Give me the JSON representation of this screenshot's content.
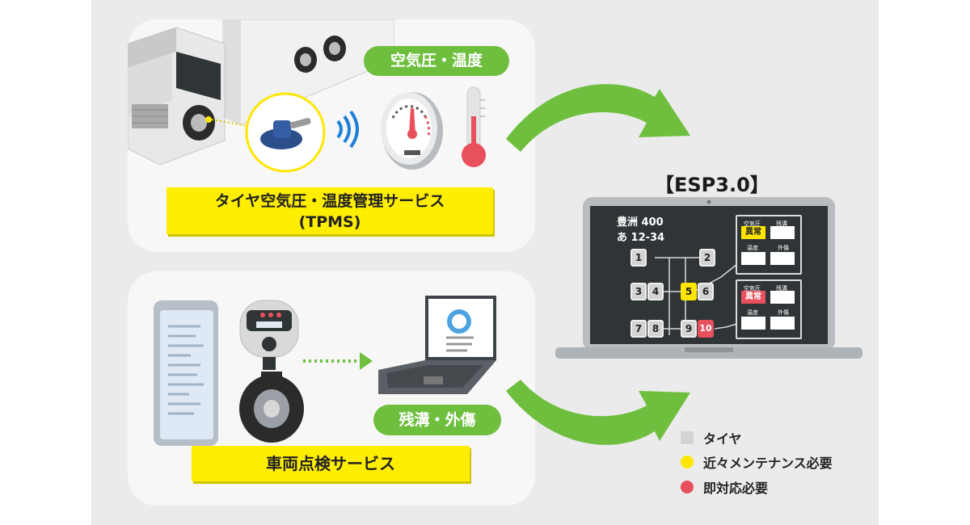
{
  "tpms": {
    "badge": "空気圧・温度",
    "label_line1": "タイヤ空気圧・温度管理サービス",
    "label_line2": "(TPMS)"
  },
  "inspection": {
    "badge": "残溝・外傷",
    "label": "車両点検サービス"
  },
  "esp": {
    "title": "【ESP3.0】",
    "plate_line1": "豊洲 400",
    "plate_line2": "あ 12-34",
    "tires": [
      "1",
      "2",
      "3",
      "4",
      "5",
      "6",
      "7",
      "8",
      "9",
      "10"
    ],
    "info_box_top": {
      "pressure": "空気圧",
      "groove": "残溝",
      "temp": "温度",
      "damage": "外傷",
      "status": "異常"
    },
    "info_box_bottom": {
      "pressure": "空気圧",
      "groove": "残溝",
      "temp": "温度",
      "damage": "外傷",
      "status": "異常"
    }
  },
  "legend": [
    {
      "label": "タイヤ",
      "color": "#d3d3d3",
      "shape": "square"
    },
    {
      "label": "近々メンテナンス必要",
      "color": "#ffe600",
      "shape": "circle"
    },
    {
      "label": "即対応必要",
      "color": "#e8505b",
      "shape": "circle"
    }
  ],
  "colors": {
    "accent_green": "#6fbf3f",
    "yellow": "#ffee00",
    "red": "#e8505b",
    "screen": "#2f3437"
  }
}
